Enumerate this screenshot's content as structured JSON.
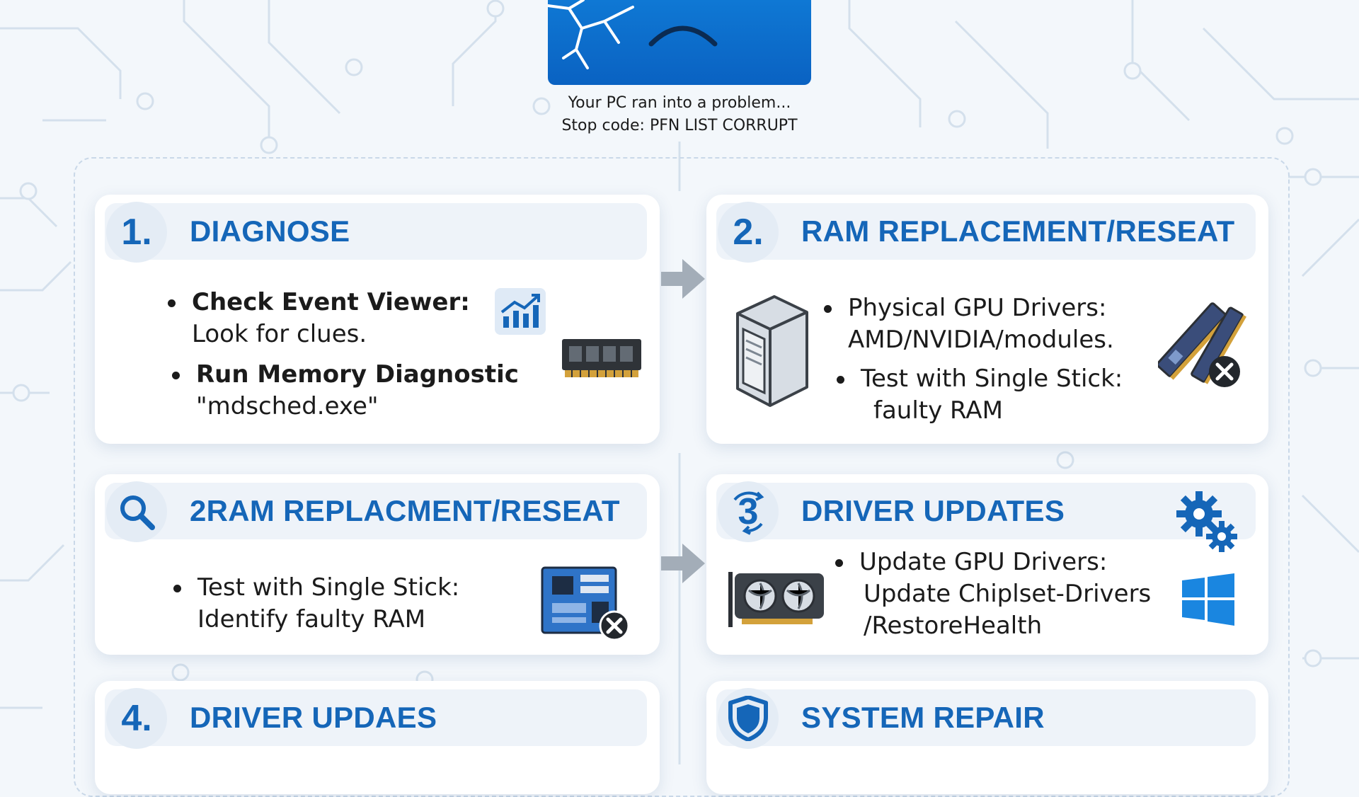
{
  "bsod": {
    "line1": "Your PC ran into a problem...",
    "line2": "Stop code: PFN LIST CORRUPT"
  },
  "cards": [
    {
      "number": "1.",
      "title": "DIAGNOSE",
      "bullets": [
        {
          "lead": "Check Event Viewer:",
          "rest": "Look for clues."
        },
        {
          "lead": "Run Memory Diagnostic",
          "rest": "\"mdsched.exe\""
        }
      ]
    },
    {
      "number": "2.",
      "title": "RAM REPLACEMENT/RESEAT",
      "bullets": [
        {
          "lead": "Physical GPU Drivers:",
          "rest": "AMD/NVIDIA/modules."
        },
        {
          "lead": "Test with Single Stick:",
          "rest": "faulty RAM"
        }
      ]
    },
    {
      "number": "",
      "title": "2RAM REPLACMENT/RESEAT",
      "bullets": [
        {
          "lead": "Test with Single Stick:",
          "rest": "Identify faulty RAM"
        }
      ]
    },
    {
      "number": "3",
      "title": "DRIVER UPDATES",
      "bullets": [
        {
          "lead": "Update GPU Drivers:",
          "rest": "Update Chiplset-Drivers",
          "rest2": "/RestoreHealth"
        }
      ]
    },
    {
      "number": "4.",
      "title": "DRIVER UPDAES",
      "bullets": []
    },
    {
      "number": "",
      "title": "SYSTEM REPAIR",
      "bullets": []
    }
  ],
  "icons": {
    "card1": [
      "chart-icon",
      "ram-stick-icon"
    ],
    "card2": [
      "pc-tower-icon",
      "ram-modules-error-icon"
    ],
    "card3": [
      "search-icon",
      "motherboard-error-icon"
    ],
    "card4": [
      "refresh-icon",
      "gears-icon",
      "graphics-card-icon",
      "windows-logo-icon"
    ],
    "card6": [
      "shield-icon"
    ]
  },
  "colors": {
    "accent": "#1566b8",
    "bsod_blue": "#0f78d4",
    "background": "#f3f7fb",
    "card_header": "#eef3f9"
  }
}
